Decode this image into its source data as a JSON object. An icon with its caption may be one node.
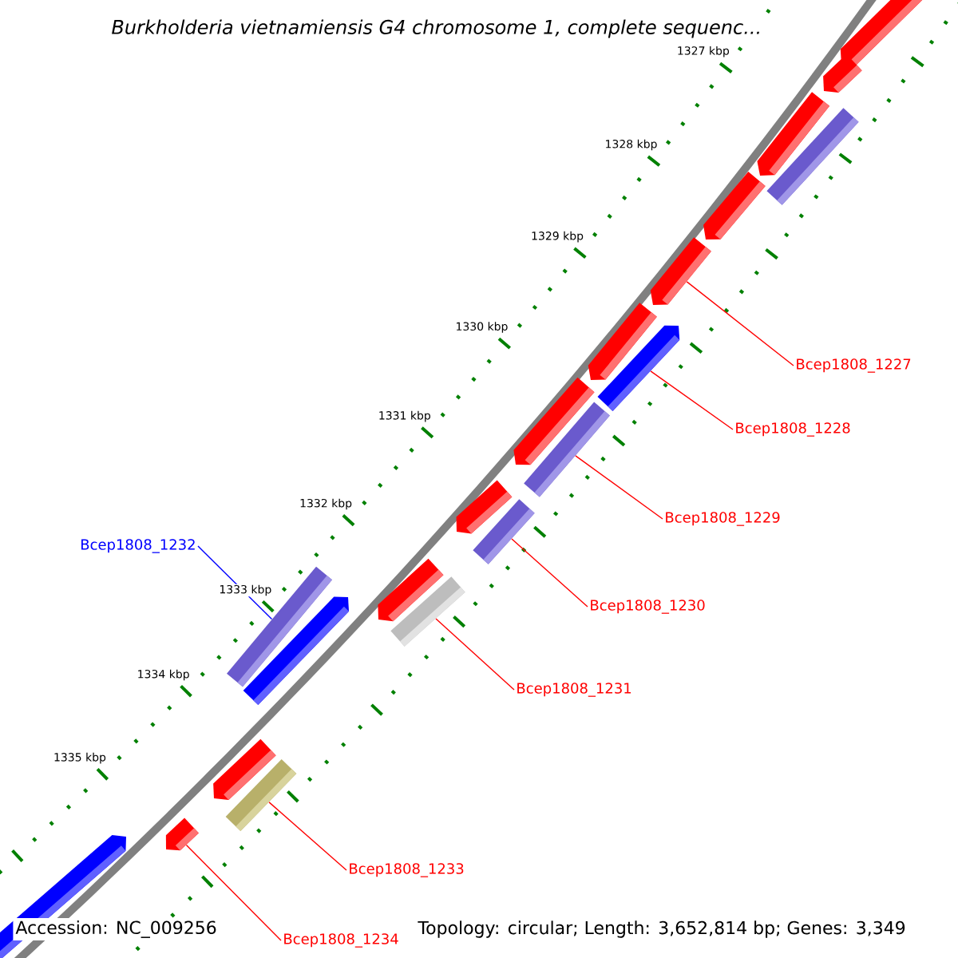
{
  "diagram": {
    "title": "Burkholderia vietnamiensis G4 chromosome 1, complete sequenc...",
    "nodes": [
      {
        "text": [
          "Bcep1808_1227"
        ]
      },
      {
        "text": [
          "Bcep1808_1228"
        ]
      },
      {
        "text": [
          "Bcep1808_1229"
        ]
      },
      {
        "text": [
          "Bcep1808_1232"
        ]
      },
      {
        "text": [
          "Bcep1808_1230"
        ]
      },
      {
        "text": [
          "Bcep1808_1231"
        ]
      },
      {
        "text": [
          "Bcep1808_1233"
        ]
      },
      {
        "text": [
          "Bcep1808_1234"
        ]
      },
      {
        "text": [],
        "shape": "pentagon"
      },
      {
        "text": [],
        "shape": "pentagon"
      },
      {
        "text": [],
        "shape": "pentagon"
      },
      {
        "text": [],
        "shape": "box"
      },
      {
        "text": [],
        "shape": "pentagon"
      },
      {
        "text": [],
        "shape": "pentagon"
      },
      {
        "text": [],
        "shape": "pentagon"
      },
      {
        "text": [],
        "shape": "pentagon"
      },
      {
        "text": [],
        "shape": "pentagon"
      },
      {
        "text": [],
        "shape": "box"
      },
      {
        "text": [],
        "shape": "pentagon"
      },
      {
        "text": [],
        "shape": "box"
      },
      {
        "text": [],
        "shape": "pentagon"
      },
      {
        "text": [],
        "shape": "box"
      },
      {
        "text": [],
        "shape": "box"
      },
      {
        "text": [],
        "shape": "pentagon"
      },
      {
        "text": [],
        "shape": "pentagon"
      },
      {
        "text": [],
        "shape": "box"
      },
      {
        "text": [],
        "shape": "pentagon"
      },
      {
        "text": [],
        "shape": "pentagon"
      }
    ],
    "edges": [
      {
        "from": 0,
        "to": 13,
        "arrow": "none"
      },
      {
        "from": 1,
        "to": 15,
        "arrow": "none"
      },
      {
        "from": 2,
        "to": 17,
        "arrow": "none"
      },
      {
        "from": 3,
        "to": 22,
        "arrow": "none",
        "color": "#0000ff"
      },
      {
        "from": 4,
        "to": 19,
        "arrow": "none"
      },
      {
        "from": 5,
        "to": 21,
        "arrow": "none"
      },
      {
        "from": 6,
        "to": 25,
        "arrow": "none"
      },
      {
        "from": 7,
        "to": 26,
        "arrow": "none"
      }
    ],
    "labels": [
      "1327 kbp",
      "1328 kbp",
      "1329 kbp",
      "1330 kbp",
      "1331 kbp",
      "1332 kbp",
      "1333 kbp",
      "1334 kbp",
      "1335 kbp",
      "Accession: NC_009256",
      "Topology: circular; Length: 3,652,814 bp; Genes: 3,349"
    ]
  }
}
